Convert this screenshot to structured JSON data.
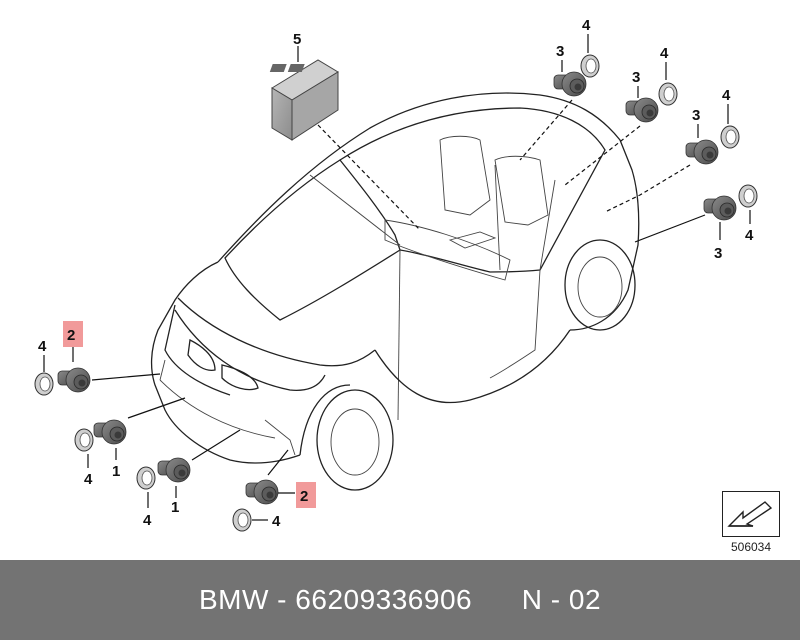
{
  "callouts": {
    "module": "5",
    "sensor_rear": "3",
    "ring": "4",
    "sensor_front": "1",
    "sensor_side": "2"
  },
  "reference_number": "506034",
  "footer": {
    "brand": "BMW",
    "separator": " - ",
    "part_number": "66209336906",
    "gap": "      ",
    "position": "N - 02"
  }
}
